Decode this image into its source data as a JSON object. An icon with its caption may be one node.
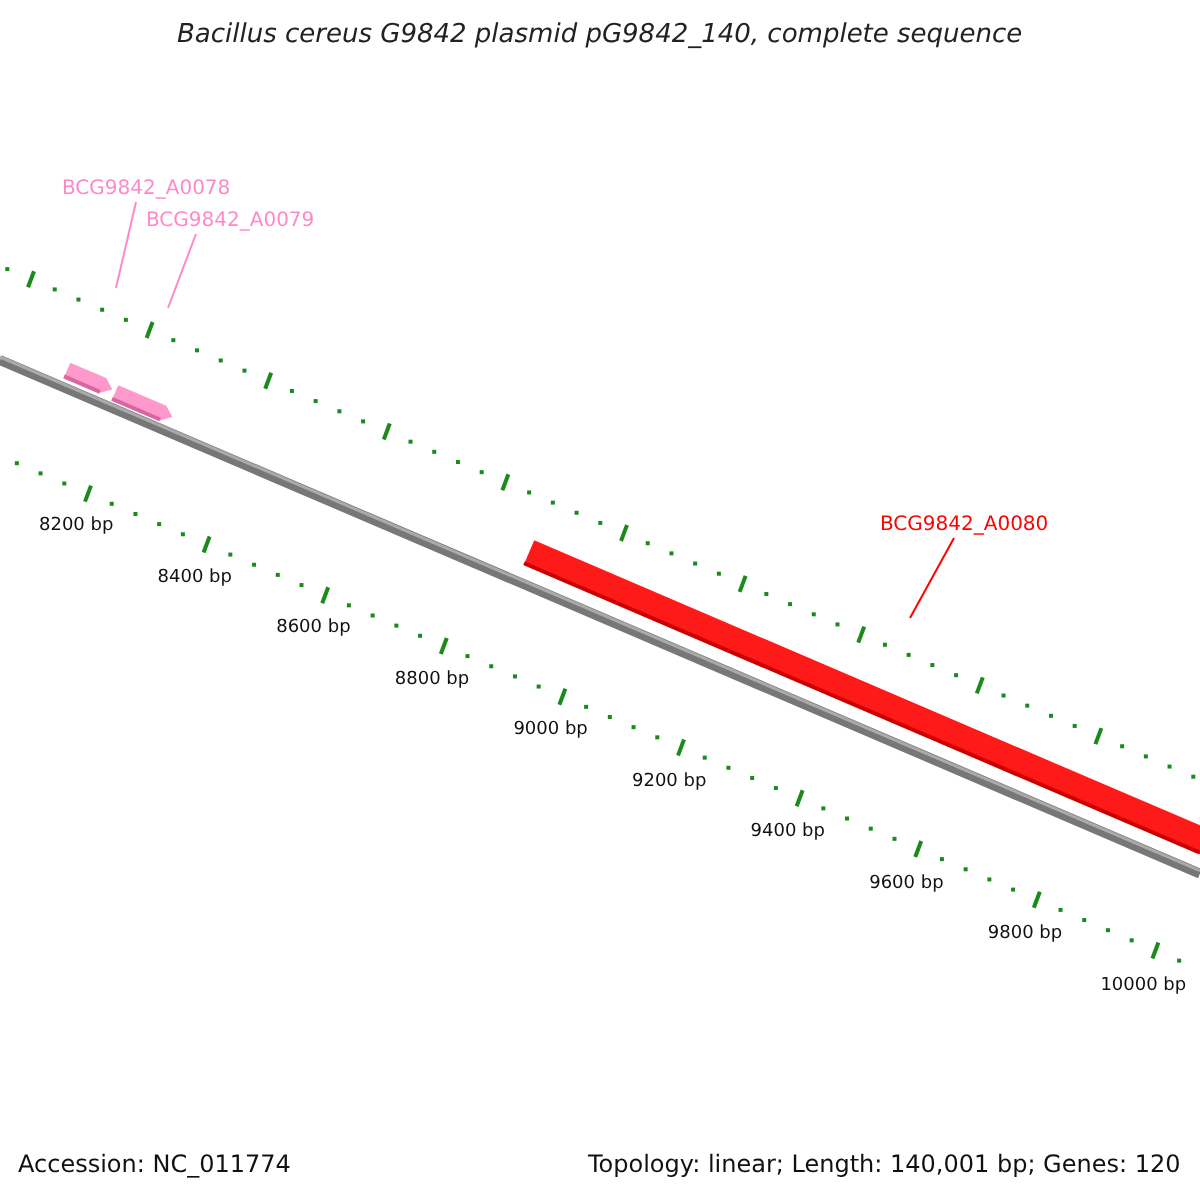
{
  "diagram": {
    "title": "Bacillus cereus G9842 plasmid pG9842_140, complete sequence",
    "nodes": [
      {
        "text": [
          "BCG9842_A0078"
        ]
      },
      {
        "text": [
          "BCG9842_A0079"
        ]
      },
      {
        "text": [
          "BCG9842_A0080"
        ]
      }
    ],
    "edges": [
      {
        "from": 0,
        "to": null,
        "arrow": "none"
      },
      {
        "from": 1,
        "to": null,
        "arrow": "none"
      },
      {
        "from": 2,
        "to": null,
        "arrow": "none",
        "color": "#ff0000"
      }
    ],
    "labels": [
      "8200 bp",
      "8400 bp",
      "8600 bp",
      "8800 bp",
      "9000 bp",
      "9200 bp",
      "9400 bp",
      "9600 bp",
      "9800 bp",
      "10000 bp",
      "Accession: NC_011774",
      "Topology: linear; Length: 140,001 bp; Genes: 120"
    ]
  }
}
